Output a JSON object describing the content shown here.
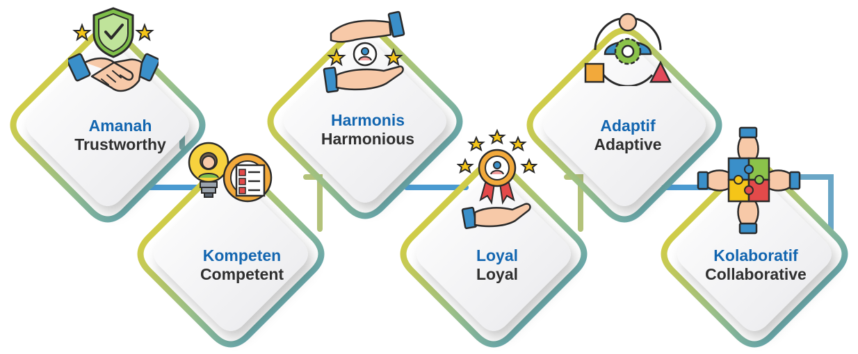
{
  "values": [
    {
      "id_label": "Amanah",
      "en_label": "Trustworthy",
      "icon": "handshake-shield-icon"
    },
    {
      "id_label": "Kompeten",
      "en_label": "Competent",
      "icon": "lightbulb-gear-checklist-icon"
    },
    {
      "id_label": "Harmonis",
      "en_label": "Harmonious",
      "icon": "hands-protecting-person-icon"
    },
    {
      "id_label": "Loyal",
      "en_label": "Loyal",
      "icon": "award-badge-hand-icon"
    },
    {
      "id_label": "Adaptif",
      "en_label": "Adaptive",
      "icon": "person-gear-shapes-icon"
    },
    {
      "id_label": "Kolaboratif",
      "en_label": "Collaborative",
      "icon": "hands-puzzle-icon"
    }
  ],
  "colors": {
    "gradient_start": "#f2d31b",
    "gradient_end": "#3a8fc9",
    "indonesian_text": "#1366b0",
    "english_text": "#2f2f2f",
    "connector": "#4a9ad0"
  }
}
